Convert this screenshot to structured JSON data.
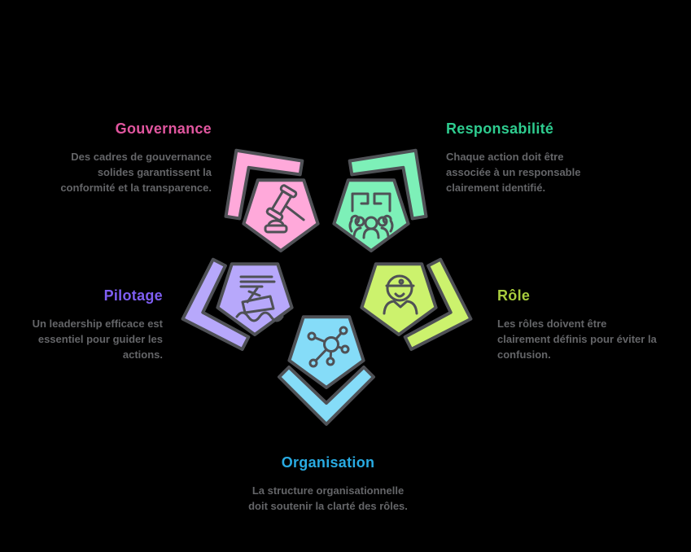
{
  "diagram": {
    "background": "#000000",
    "stroke": "#4f5156",
    "text_color": "#646568",
    "items": [
      {
        "id": "gouvernance",
        "title": "Gouvernance",
        "title_color": "#e1569f",
        "fill": "#ffa9da",
        "icon": "gavel",
        "lines": [
          "Des cadres de gouvernance",
          "solides garantissent la",
          "conformité et la transparence."
        ]
      },
      {
        "id": "responsabilite",
        "title": "Responsabilité",
        "title_color": "#2ecc8f",
        "fill": "#7df0b8",
        "icon": "team-under-structure",
        "lines": [
          "Chaque action doit être",
          "associée à un responsable",
          "clairement identifié."
        ]
      },
      {
        "id": "pilotage",
        "title": "Pilotage",
        "title_color": "#7e5ef2",
        "fill": "#b7a8fb",
        "icon": "sinking-ship",
        "lines": [
          "Un leadership efficace est",
          "essentiel pour guider les",
          "actions."
        ]
      },
      {
        "id": "role",
        "title": "Rôle",
        "title_color": "#a8cc3d",
        "fill": "#ccf26d",
        "icon": "worker",
        "lines": [
          "Les rôles doivent être",
          "clairement définis pour éviter la",
          "confusion."
        ]
      },
      {
        "id": "organisation",
        "title": "Organisation",
        "title_color": "#29abe2",
        "fill": "#85dcf8",
        "icon": "network-hub",
        "lines": [
          "La structure organisationnelle",
          "doit soutenir la clarté des rôles."
        ]
      }
    ]
  }
}
